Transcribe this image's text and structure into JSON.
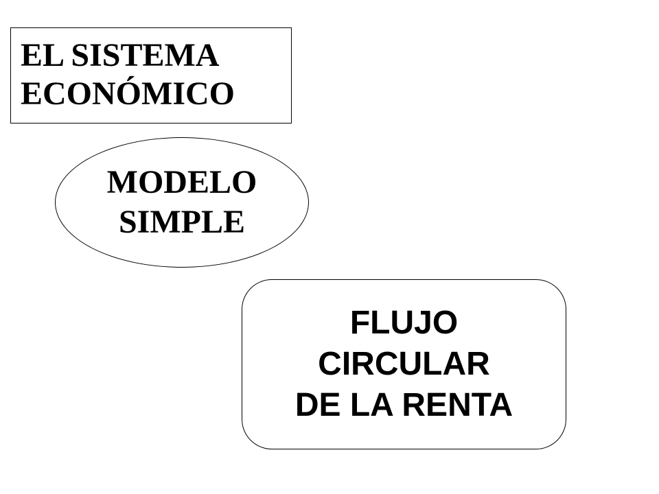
{
  "title_box": {
    "lines": [
      "EL SISTEMA",
      "ECONÓMICO"
    ]
  },
  "ellipse_node": {
    "lines": [
      "MODELO",
      "SIMPLE"
    ]
  },
  "rounded_node": {
    "lines": [
      "FLUJO",
      "CIRCULAR",
      "DE LA RENTA"
    ]
  },
  "colors": {
    "background": "#ffffff",
    "text": "#000000",
    "border": "#000000"
  }
}
